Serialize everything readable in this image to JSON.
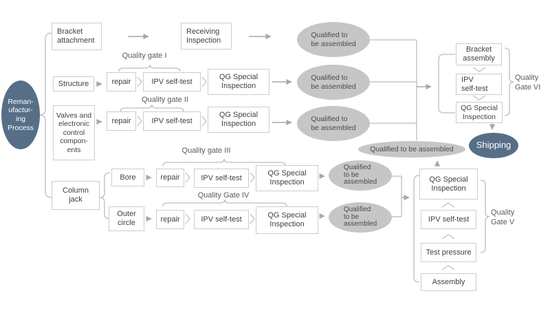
{
  "colors": {
    "accent_dark": "#566F87",
    "qualified_gray": "#C6C6C6",
    "line": "#B9BDC0",
    "arrow": "#A5A9AC",
    "box_border": "#C9CDCF",
    "text": "#3F3F3F",
    "label": "#595959"
  },
  "process": {
    "label": "Reman-\nufactur-\ning\nProcess"
  },
  "streams": {
    "bracket": {
      "source": "Bracket\nattachment",
      "inspection": "Receiving\nInspection",
      "qualified": "Qualified to\nbe assembled"
    },
    "structure": {
      "source": "Structure",
      "gate_label": "Quality gate I",
      "repair": "repair",
      "ipv": "IPV self-test",
      "qg": "QG Special\nInspection",
      "qualified": "Qualified to\nbe assembled"
    },
    "valves": {
      "source": "Valves and\nelectronic\ncontrol\ncompon-\nents",
      "gate_label": "Quality gate II",
      "repair": "repair",
      "ipv": "IPV self-test",
      "qg": "QG Special\nInspection",
      "qualified": "Qualified to\nbe assembled"
    },
    "column_jack": {
      "source": "Column\njack",
      "bore": {
        "source": "Bore",
        "gate_label": "Quality gate III",
        "repair": "repair",
        "ipv": "IPV self-test",
        "qg": "QG Special\nInspection",
        "qualified": "Qualified\nto be\nassembled"
      },
      "outer": {
        "source": "Outer\ncircle",
        "gate_label": "Quality Gate IV",
        "repair": "repair",
        "ipv": "IPV self-test",
        "qg": "QG Special\nInspection",
        "qualified": "Qualified\nto be\nassembled"
      }
    }
  },
  "pressure_line": {
    "gate_label": "Quality\nGate V",
    "qg": "QG Special\nInspection",
    "ipv": "IPV self-test",
    "test_pressure": "Test pressure",
    "assembly": "Assembly",
    "qualified": "Qualified to be assembled"
  },
  "final_line": {
    "gate_label": "Quality\nGate VI",
    "bracket_assembly": "Bracket\nassembly",
    "ipv": "IPV\nself-test",
    "qg": "QG Special\nInspection"
  },
  "shipping": {
    "label": "Shipping"
  }
}
